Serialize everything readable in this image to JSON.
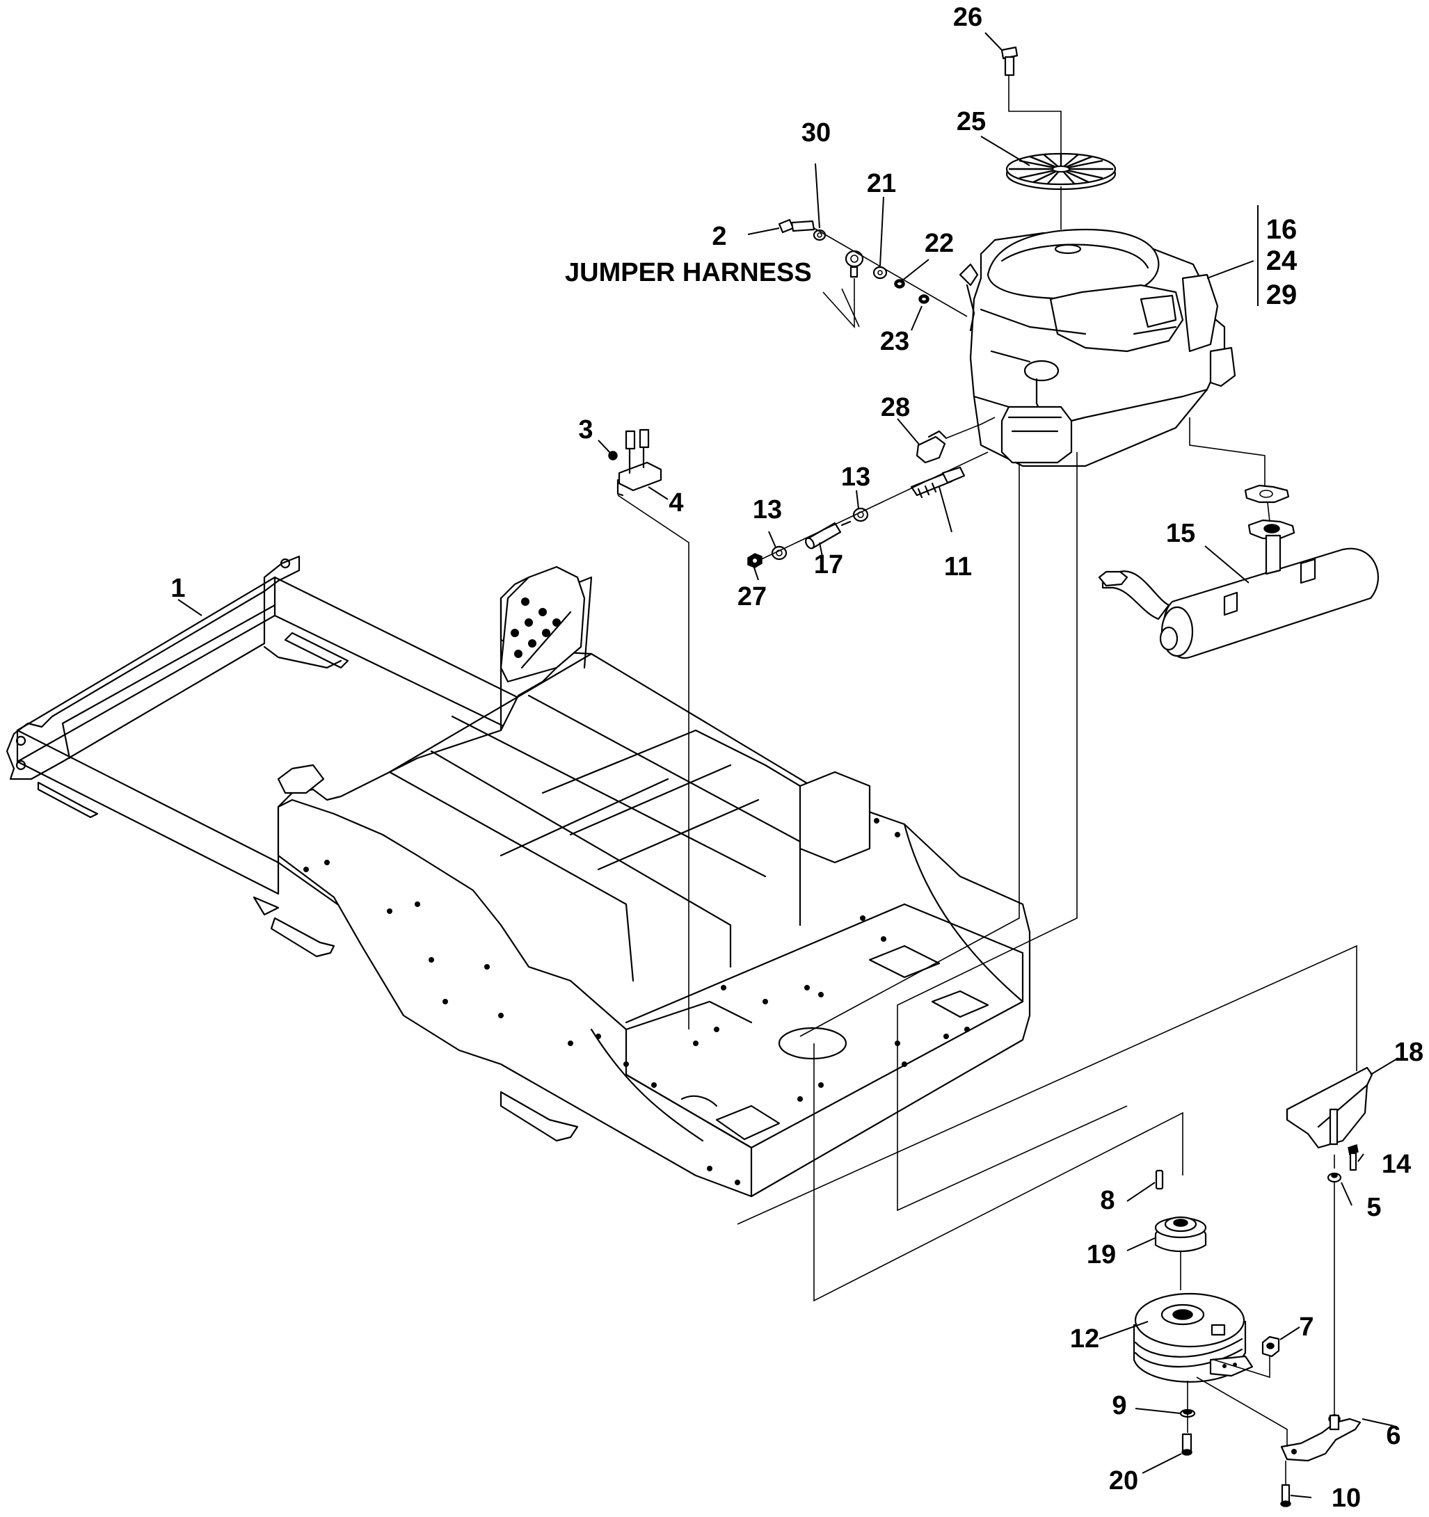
{
  "diagram": {
    "callouts": {
      "c1": "1",
      "c2": "2",
      "c3": "3",
      "c4": "4",
      "c5": "5",
      "c6": "6",
      "c7": "7",
      "c8": "8",
      "c9": "9",
      "c10": "10",
      "c11": "11",
      "c12": "12",
      "c13a": "13",
      "c13b": "13",
      "c14": "14",
      "c15": "15",
      "c16": "16",
      "c17": "17",
      "c18": "18",
      "c19": "19",
      "c20": "20",
      "c21": "21",
      "c22": "22",
      "c23": "23",
      "c24": "24",
      "c25": "25",
      "c26": "26",
      "c27": "27",
      "c28": "28",
      "c29": "29",
      "c30": "30"
    },
    "notes": {
      "jumper_harness": "JUMPER HARNESS"
    }
  }
}
